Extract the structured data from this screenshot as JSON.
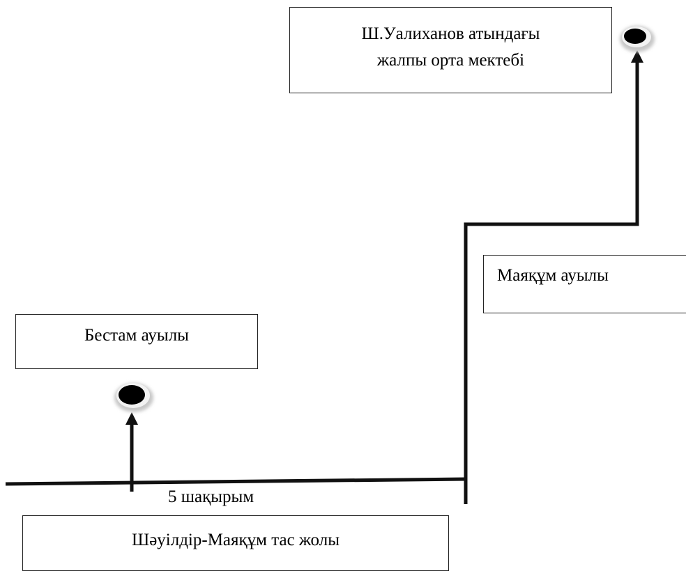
{
  "school": {
    "line1": "Ш.Уалиханов атындағы",
    "line2": "жалпы орта мектебі"
  },
  "villages": {
    "bestam": "Бестам ауылы",
    "mayakum": "Маяқұм ауылы"
  },
  "road": {
    "name": "Шәуілдір-Маяқұм тас жолы",
    "distance": "5 шақырым"
  },
  "colors": {
    "line": "#111111",
    "marker": "#000000",
    "marker_halo": "#c8c8c8",
    "box_border": "#222222"
  },
  "icons": {
    "marker": "location-dot-icon",
    "arrow": "arrow-up-icon"
  }
}
